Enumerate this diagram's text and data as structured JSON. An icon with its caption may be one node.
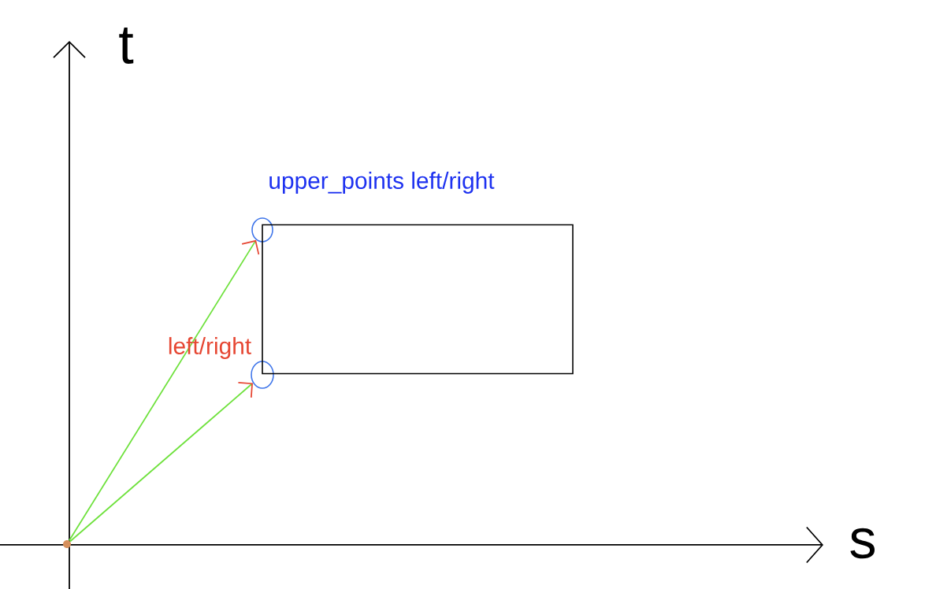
{
  "diagram": {
    "nodes": [
      {
        "text": [],
        "shape": "circle"
      },
      {
        "text": [],
        "shape": "circle"
      },
      {
        "text": [],
        "shape": "circle"
      },
      {
        "text": [],
        "shape": "box"
      }
    ],
    "edges": [
      {
        "from": 0,
        "to": 1,
        "arrow": "to"
      },
      {
        "from": 0,
        "to": 2,
        "arrow": "to"
      }
    ],
    "labels": [
      "t",
      "upper_points left/right",
      "left/right",
      "s"
    ]
  }
}
